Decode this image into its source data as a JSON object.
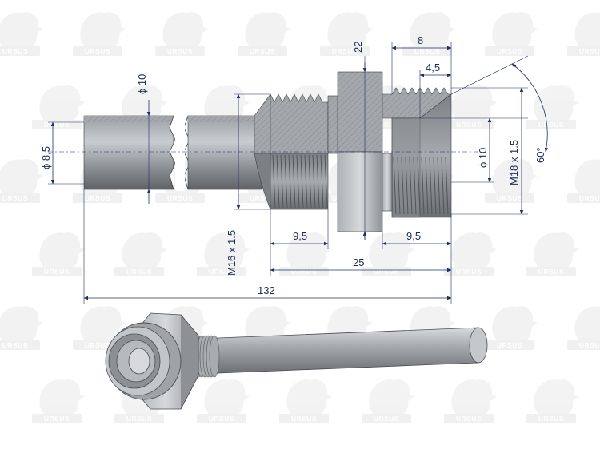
{
  "watermark": {
    "text": "URSUS"
  },
  "dimensions": {
    "tube_outer_diameter": "ϕ 10",
    "tube_inner_diameter": "ϕ 8,5",
    "hex_width": "22",
    "front_thread_length": "8",
    "front_depth": "4,5",
    "cone_bore_diameter": "ϕ 10",
    "front_thread": "M18 x 1.5",
    "cone_angle": "60°",
    "rear_thread": "M16 x 1.5",
    "rear_thread_length": "9,5",
    "front_body_length": "9,5",
    "fitting_length": "25",
    "overall_length": "132"
  },
  "colors": {
    "dimension": "#1f2f66",
    "steel_light": "#b9bcc0",
    "steel_dark": "#6d7075",
    "section": "#8a8d92"
  }
}
